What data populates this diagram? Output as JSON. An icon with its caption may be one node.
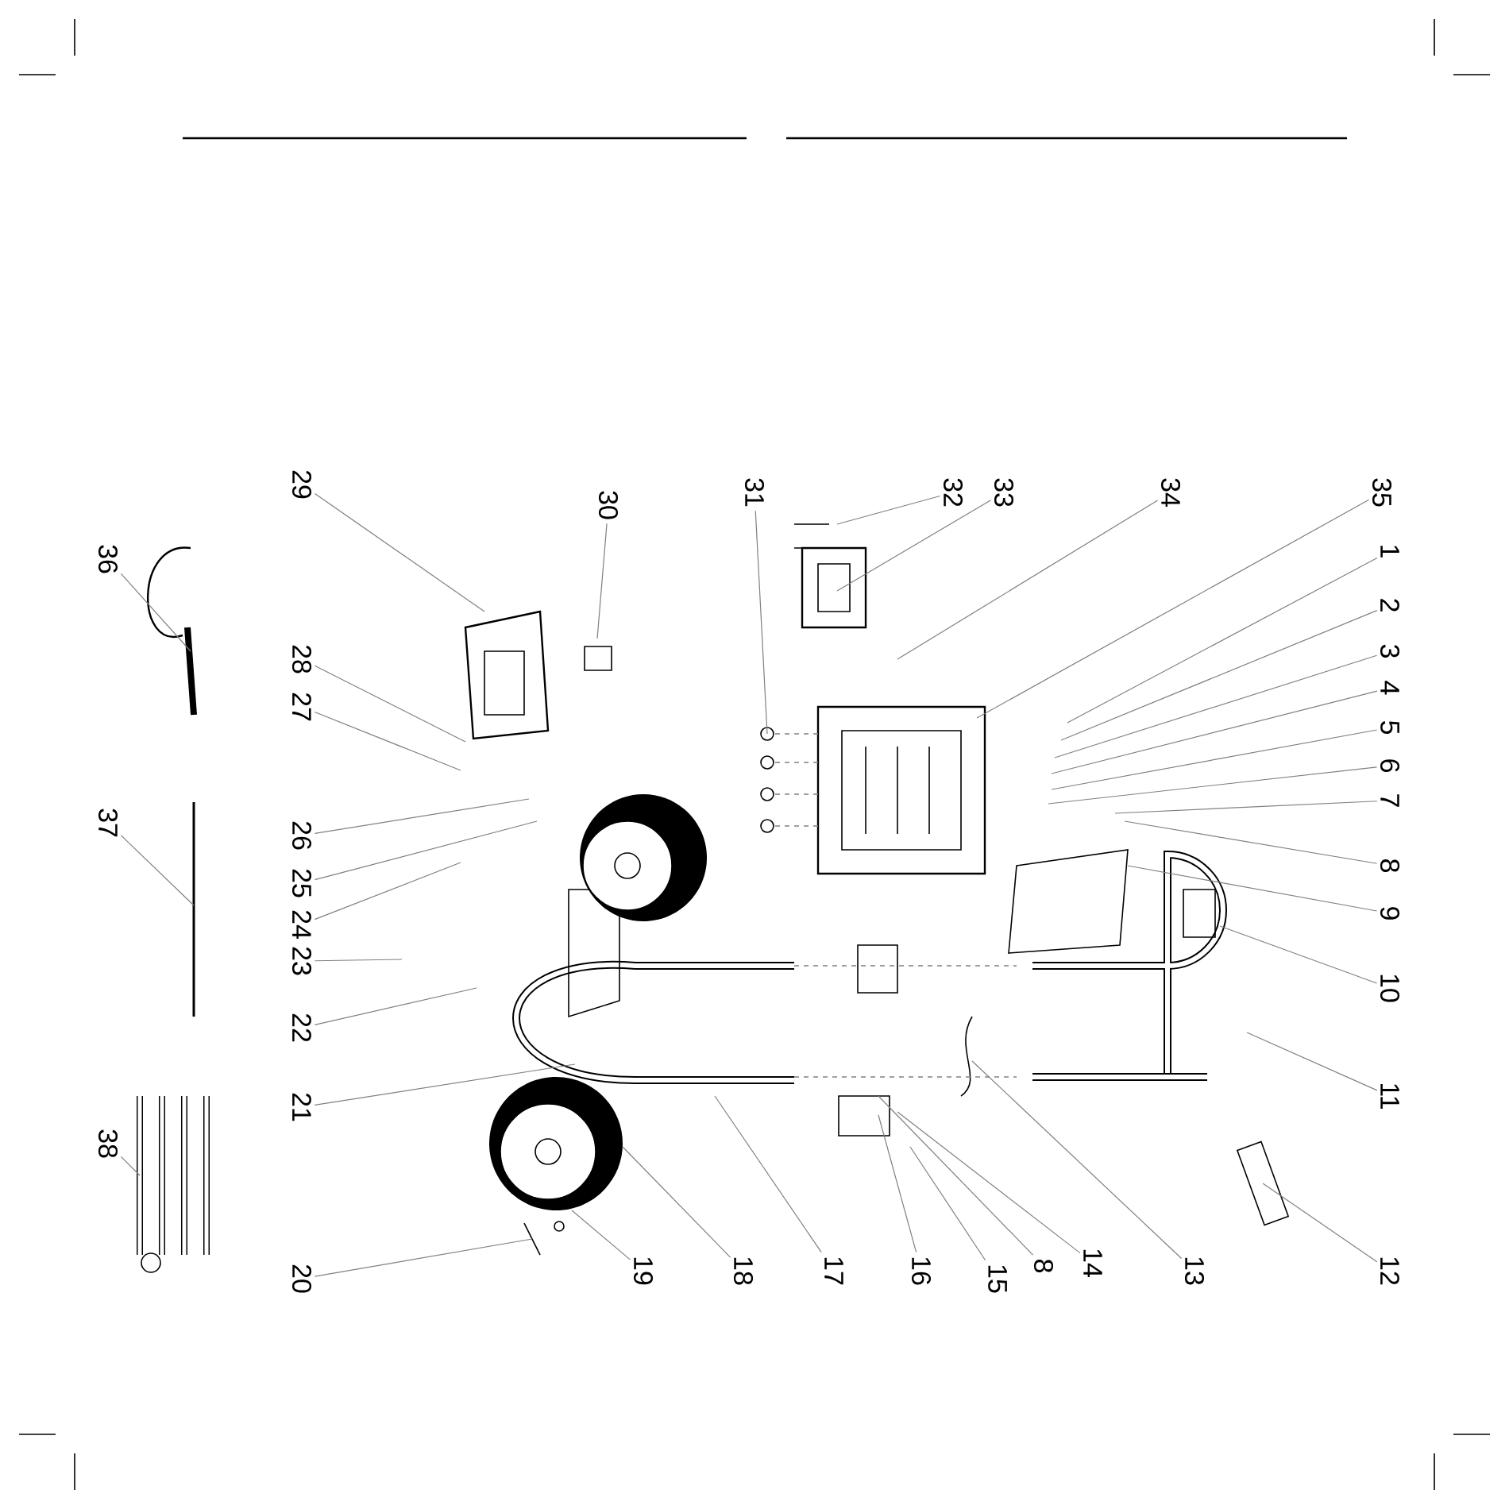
{
  "diagram": {
    "nodes": [
      {
        "text": [
          "29"
        ]
      },
      {
        "text": [
          "30"
        ]
      },
      {
        "text": [
          "31"
        ]
      },
      {
        "text": [
          "32"
        ]
      },
      {
        "text": [
          "33"
        ]
      },
      {
        "text": [
          "34"
        ]
      },
      {
        "text": [
          "35"
        ]
      },
      {
        "text": [
          "1"
        ]
      },
      {
        "text": [
          "2"
        ]
      },
      {
        "text": [
          "3"
        ]
      },
      {
        "text": [
          "4"
        ]
      },
      {
        "text": [
          "5"
        ]
      },
      {
        "text": [
          "6"
        ]
      },
      {
        "text": [
          "7"
        ]
      },
      {
        "text": [
          "8"
        ]
      },
      {
        "text": [
          "9"
        ]
      },
      {
        "text": [
          "10"
        ]
      },
      {
        "text": [
          "11"
        ]
      },
      {
        "text": [
          "12"
        ]
      },
      {
        "text": [
          "13"
        ]
      },
      {
        "text": [
          "14"
        ]
      },
      {
        "text": [
          "8"
        ]
      },
      {
        "text": [
          "15"
        ]
      },
      {
        "text": [
          "16"
        ]
      },
      {
        "text": [
          "17"
        ]
      },
      {
        "text": [
          "18"
        ]
      },
      {
        "text": [
          "19"
        ]
      },
      {
        "text": [
          "20"
        ]
      },
      {
        "text": [
          "21"
        ]
      },
      {
        "text": [
          "22"
        ]
      },
      {
        "text": [
          "23"
        ]
      },
      {
        "text": [
          "24"
        ]
      },
      {
        "text": [
          "25"
        ]
      },
      {
        "text": [
          "26"
        ]
      },
      {
        "text": [
          "27"
        ]
      },
      {
        "text": [
          "28"
        ]
      },
      {
        "text": [
          "36"
        ]
      },
      {
        "text": [
          "37"
        ]
      },
      {
        "text": [
          "38"
        ]
      }
    ],
    "edges": [
      {
        "from": 0,
        "to": null,
        "arrow": "none"
      },
      {
        "from": 1,
        "to": null,
        "arrow": "none"
      },
      {
        "from": 2,
        "to": null,
        "arrow": "none"
      },
      {
        "from": 3,
        "to": null,
        "arrow": "none"
      },
      {
        "from": 4,
        "to": null,
        "arrow": "none"
      },
      {
        "from": 5,
        "to": null,
        "arrow": "none"
      },
      {
        "from": 6,
        "to": null,
        "arrow": "none"
      },
      {
        "from": 7,
        "to": null,
        "arrow": "none"
      },
      {
        "from": 8,
        "to": null,
        "arrow": "none"
      },
      {
        "from": 9,
        "to": null,
        "arrow": "none"
      },
      {
        "from": 10,
        "to": null,
        "arrow": "none"
      },
      {
        "from": 11,
        "to": null,
        "arrow": "none"
      },
      {
        "from": 12,
        "to": null,
        "arrow": "none"
      },
      {
        "from": 13,
        "to": null,
        "arrow": "none"
      },
      {
        "from": 14,
        "to": null,
        "arrow": "none"
      },
      {
        "from": 15,
        "to": null,
        "arrow": "none"
      },
      {
        "from": 16,
        "to": null,
        "arrow": "none"
      },
      {
        "from": 17,
        "to": null,
        "arrow": "none"
      },
      {
        "from": 18,
        "to": null,
        "arrow": "none"
      },
      {
        "from": 19,
        "to": null,
        "arrow": "none"
      },
      {
        "from": 20,
        "to": null,
        "arrow": "none"
      },
      {
        "from": 21,
        "to": null,
        "arrow": "none"
      },
      {
        "from": 22,
        "to": null,
        "arrow": "none"
      },
      {
        "from": 23,
        "to": null,
        "arrow": "none"
      },
      {
        "from": 24,
        "to": null,
        "arrow": "none"
      },
      {
        "from": 25,
        "to": null,
        "arrow": "none"
      },
      {
        "from": 26,
        "to": null,
        "arrow": "none"
      },
      {
        "from": 27,
        "to": null,
        "arrow": "none"
      },
      {
        "from": 28,
        "to": null,
        "arrow": "none"
      },
      {
        "from": 29,
        "to": null,
        "arrow": "none"
      },
      {
        "from": 30,
        "to": null,
        "arrow": "none"
      },
      {
        "from": 31,
        "to": null,
        "arrow": "none"
      },
      {
        "from": 32,
        "to": null,
        "arrow": "none"
      },
      {
        "from": 33,
        "to": null,
        "arrow": "none"
      },
      {
        "from": 34,
        "to": null,
        "arrow": "none"
      },
      {
        "from": 35,
        "to": null,
        "arrow": "none"
      },
      {
        "from": 36,
        "to": null,
        "arrow": "none"
      },
      {
        "from": 37,
        "to": null,
        "arrow": "none"
      },
      {
        "from": 38,
        "to": null,
        "arrow": "none"
      }
    ]
  }
}
